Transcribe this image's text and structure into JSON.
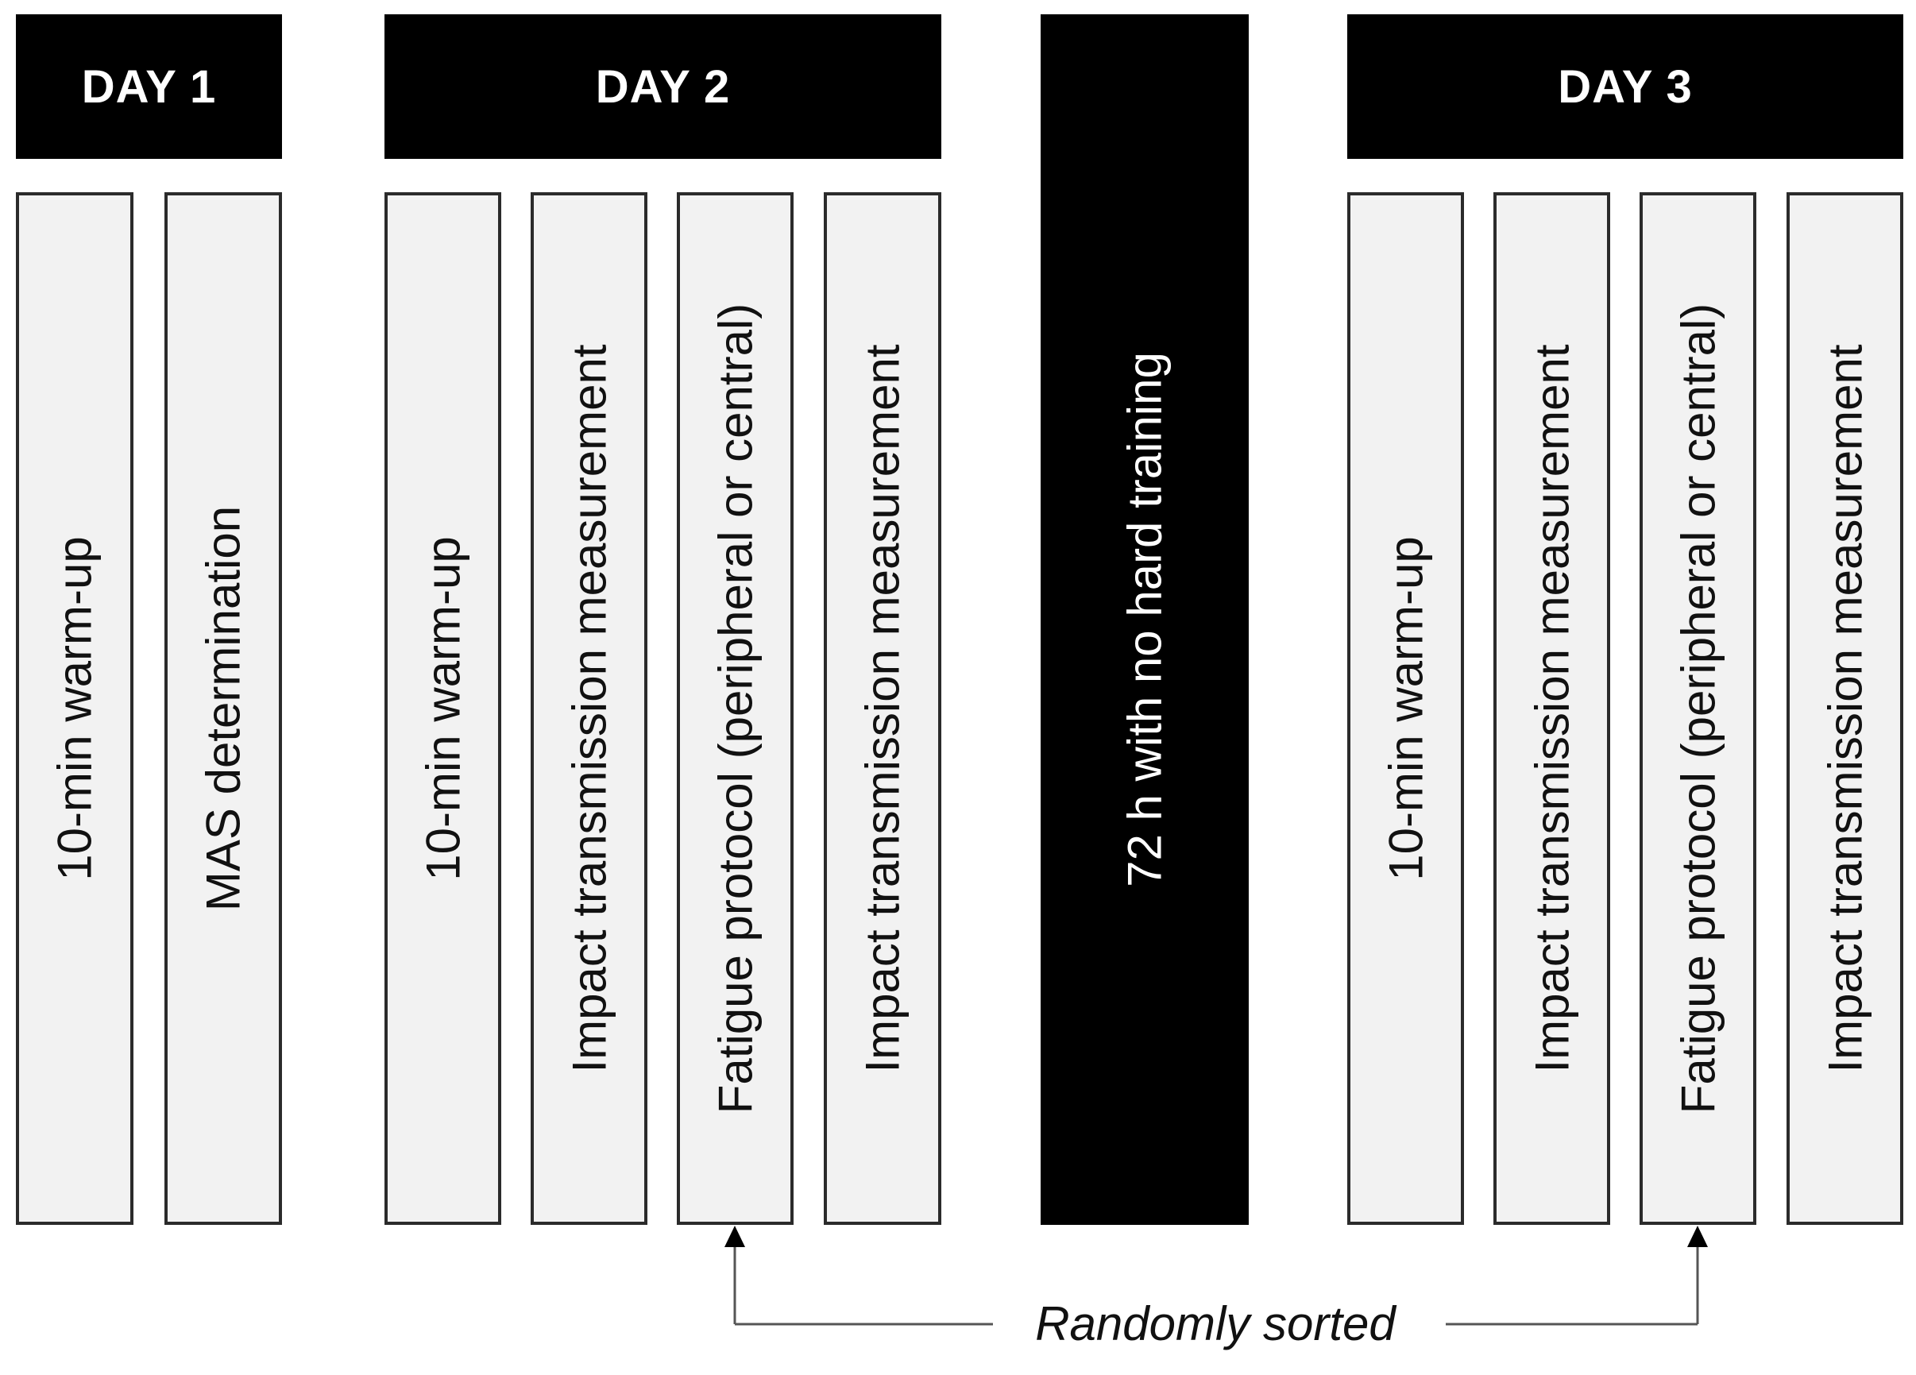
{
  "days": [
    {
      "label": "DAY 1",
      "steps": [
        "10-min warm-up",
        "MAS determination"
      ]
    },
    {
      "label": "DAY 2",
      "steps": [
        "10-min warm-up",
        "Impact transmission measurement",
        "Fatigue protocol (peripheral or central)",
        "Impact transmission measurement"
      ]
    },
    {
      "label": "DAY 3",
      "steps": [
        "10-min warm-up",
        "Impact transmission measurement",
        "Fatigue protocol (peripheral or central)",
        "Impact transmission measurement"
      ]
    }
  ],
  "rest": {
    "label": "72 h with no hard training"
  },
  "connector": {
    "label": "Randomly sorted"
  },
  "colors": {
    "header": "#000000",
    "box_fill": "#f2f2f2",
    "box_border": "#2b2b2b",
    "arrow": "#555555"
  }
}
